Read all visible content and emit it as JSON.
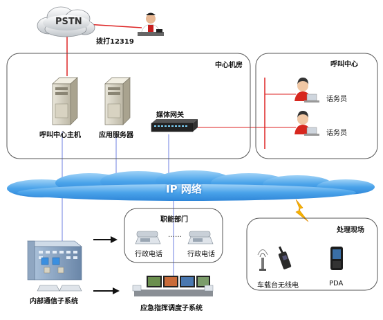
{
  "pstn": {
    "label": "PSTN",
    "dial_label": "拨打12319"
  },
  "center_room": {
    "title": "中心机房",
    "host_label": "呼叫中心主机",
    "app_server_label": "应用服务器",
    "gateway_label": "媒体网关"
  },
  "call_center": {
    "title": "呼叫中心",
    "operators": [
      "话务员",
      "话务员"
    ]
  },
  "network": {
    "label": "IP 网络"
  },
  "departments": {
    "title": "职能部门",
    "phones": [
      "行政电话",
      "行政电话"
    ],
    "ellipsis": "……"
  },
  "internal": {
    "label": "内部通信子系统"
  },
  "dispatch": {
    "label": "应急指挥调度子系统"
  },
  "scene": {
    "title": "处理现场",
    "devices": [
      "车载台无线电",
      "PDA"
    ]
  }
}
